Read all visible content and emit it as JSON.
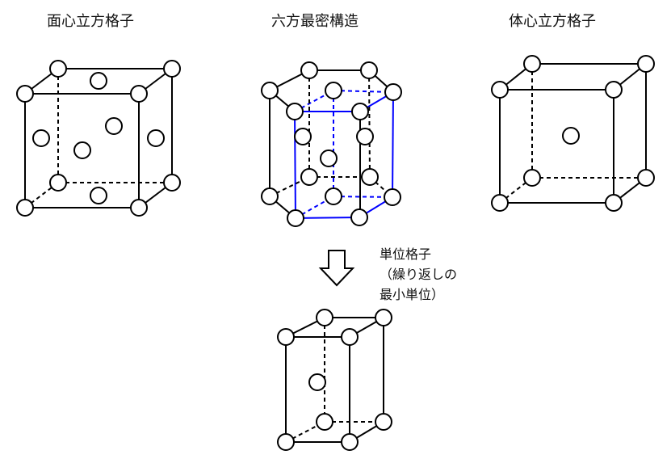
{
  "titles": {
    "fcc": "面心立方格子",
    "hcp": "六方最密構造",
    "bcc": "体心立方格子"
  },
  "unit_cell_note": {
    "line1": "単位格子",
    "line2": "（繰り返しの",
    "line3": "最小単位）"
  },
  "colors": {
    "line": "#000000",
    "highlight": "#0000ff"
  }
}
